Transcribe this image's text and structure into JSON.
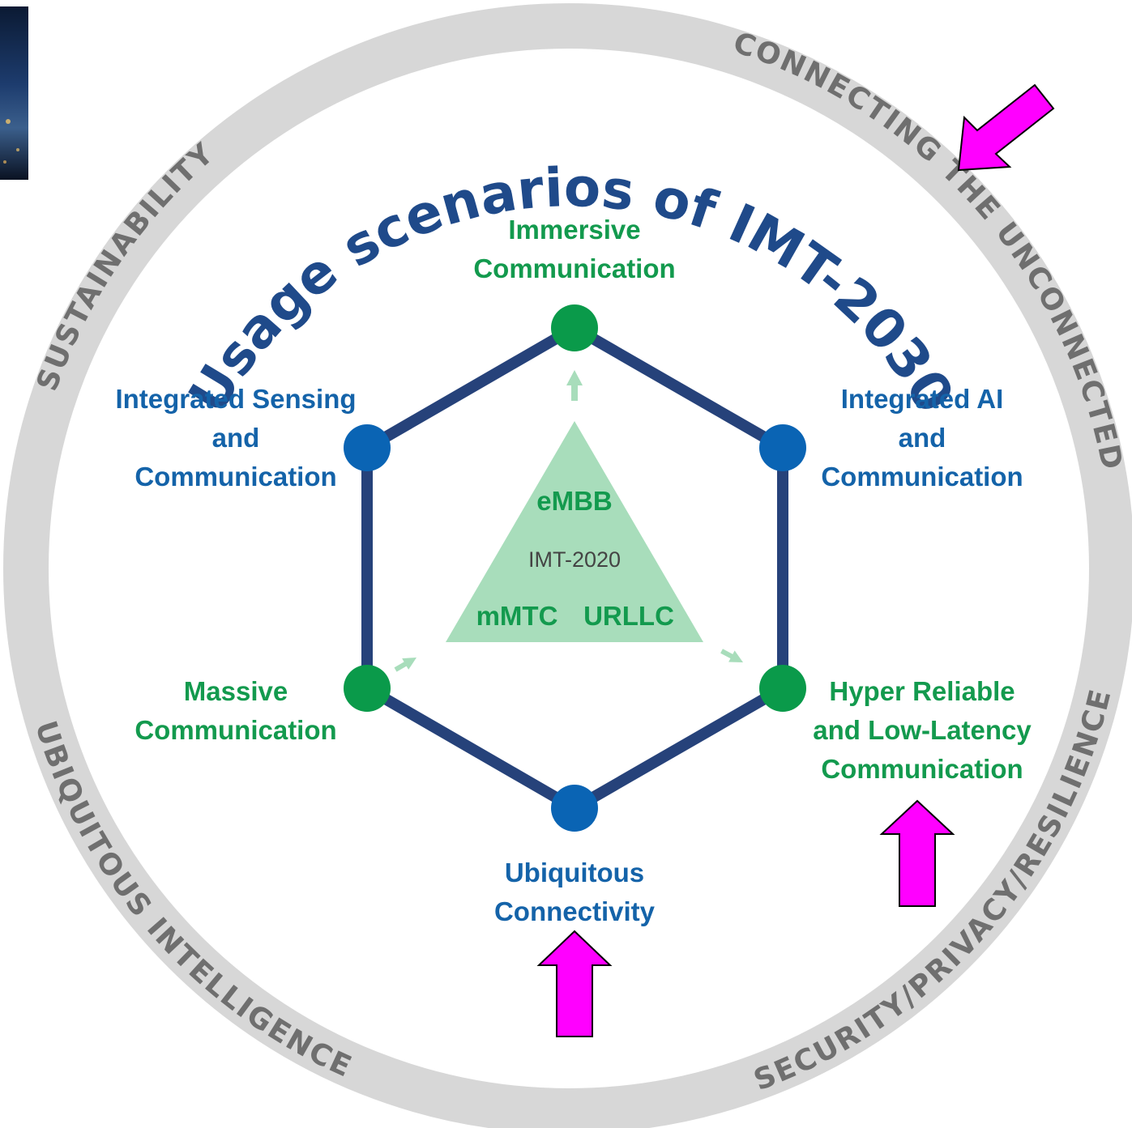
{
  "title": "Usage scenarios of IMT-2030",
  "ring_labels": {
    "top_left": "SUSTAINABILITY",
    "top_right": "CONNECTING THE UNCONNECTED",
    "bottom_left": "UBIQUITOUS INTELLIGENCE",
    "bottom_right": "SECURITY/PRIVACY/RESILIENCE"
  },
  "scenarios": {
    "top": [
      "Immersive",
      "Communication"
    ],
    "upper_left": [
      "Integrated Sensing",
      "and",
      "Communication"
    ],
    "upper_right": [
      "Integrated AI",
      "and",
      "Communication"
    ],
    "lower_left": [
      "Massive",
      "Communication"
    ],
    "lower_right": [
      "Hyper Reliable",
      "and Low-Latency",
      "Communication"
    ],
    "bottom": [
      "Ubiquitous",
      "Connectivity"
    ]
  },
  "center": {
    "top": "eMBB",
    "middle": "IMT-2020",
    "left": "mMTC",
    "right": "URLLC"
  },
  "colors": {
    "ring": "#d7d7d7",
    "ring_text": "#6f6f6f",
    "title": "#1f4a8a",
    "hexagon": "#26427a",
    "node_green": "#0a9a4a",
    "node_blue": "#0a64b4",
    "label_green": "#139a4e",
    "label_blue": "#1463a9",
    "triangle": "#a8ddbb",
    "center_gray": "#444444",
    "annotation_arrow": "#ff00ff"
  }
}
